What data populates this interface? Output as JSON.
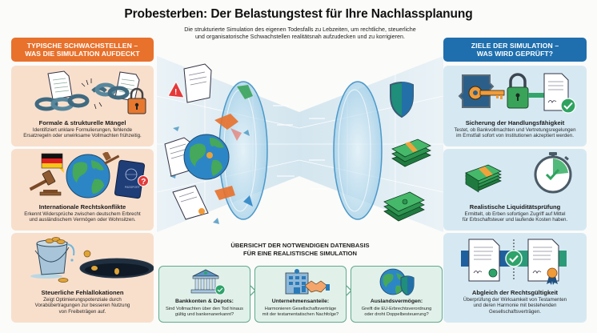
{
  "header": {
    "title": "Probesterben: Der Belastungstest für Ihre Nachlassplanung",
    "subtitle_line1": "Die strukturierte Simulation des eigenen Todesfalls zu Lebzeiten, um rechtliche, steuerliche",
    "subtitle_line2": "und organisatorische Schwachstellen realitätsnah aufzudecken und zu korrigieren."
  },
  "left_column": {
    "header_line1": "TYPISCHE SCHWACHSTELLEN –",
    "header_line2": "WAS DIE SIMULATION AUFDECKT",
    "color": "#e8712c",
    "card_color": "#f8dfcc",
    "cards": [
      {
        "title": "Formale & strukturelle Mängel",
        "desc_line1": "Identifiziert unklare Formulierungen, fehlende",
        "desc_line2": "Ersatzregeln oder unwirksame Vollmachten frühzeitig.",
        "icons": [
          "broken-chain-icon",
          "document-icon",
          "padlock-icon"
        ]
      },
      {
        "title": "Internationale Rechtskonflikte",
        "desc_line1": "Erkennt Widersprüche zwischen deutschem Erbrecht",
        "desc_line2": "und ausländischem Vermögen oder Wohnsitzen.",
        "icons": [
          "german-flag-icon",
          "gavel-icon",
          "globe-icon",
          "passport-icon",
          "question-mark-icon"
        ],
        "passport_label": "PASSPORT"
      },
      {
        "title": "Steuerliche Fehlallokationen",
        "desc_line1": "Zeigt Optimierungspotenziale durch",
        "desc_line2": "Vorabübertragungen zur besseren Nutzung",
        "desc_line3": "von Freibeträgen auf.",
        "icons": [
          "leaking-bucket-icon",
          "coins-icon",
          "hole-icon"
        ]
      }
    ]
  },
  "right_column": {
    "header_line1": "ZIELE DER SIMULATION –",
    "header_line2": "WAS WIRD GEPRÜFT?",
    "color": "#1f6fae",
    "card_color": "#d6e9f3",
    "cards": [
      {
        "title": "Sicherung der Handlungsfähigkeit",
        "desc_line1": "Testet, ob Bankvollmachten und Vertretungsregelungen",
        "desc_line2": "im Ernstfall sofort von Institutionen akzeptiert werden.",
        "icons": [
          "key-icon",
          "padlock-icon",
          "signed-document-icon",
          "checkmark-icon"
        ]
      },
      {
        "title": "Realistische Liquiditätsprüfung",
        "desc_line1": "Ermittelt, ob Erben sofortigen Zugriff auf Mittel",
        "desc_line2": "für Erbschaftsteuer und laufende Kosten haben.",
        "icons": [
          "cash-stack-icon",
          "stopwatch-icon"
        ]
      },
      {
        "title": "Abgleich der Rechtsgültigkeit",
        "desc_line1": "Überprüfung der Wirksamkeit von Testamenten",
        "desc_line2": "und deren Harmonie mit bestehenden",
        "desc_line3": "Gesellschaftsverträgen.",
        "icons": [
          "document-seal-icon",
          "checkmark-icon",
          "certificate-ribbon-icon"
        ]
      }
    ]
  },
  "center": {
    "illustration": "glass-tunnel-simulation",
    "label_line1": "ÜBERSICHT DER NOTWENDIGEN DATENBASIS",
    "label_line2": "FÜR EINE REALISTISCHE SIMULATION",
    "data_cards": [
      {
        "title": "Bankkonten & Depots:",
        "desc_line1": "Sind Vollmachten über den Tod hinaus",
        "desc_line2": "gültig und bankenanerkannt?",
        "icon": "bank-icon"
      },
      {
        "title": "Unternehmensanteile:",
        "desc_line1": "Harmonieren Gesellschaftsverträge",
        "desc_line2": "mit der testamentatischen Nachfolge?",
        "icon": "office-building-handshake-icon"
      },
      {
        "title": "Auslandsvermögen:",
        "desc_line1": "Greift die EU-Erbrechtsverordnung",
        "desc_line2": "oder droht Doppelbesteuerung?",
        "icon": "globe-shield-icon"
      }
    ],
    "data_card_color": "#e1f1ea",
    "data_card_border": "#5faa8c"
  }
}
